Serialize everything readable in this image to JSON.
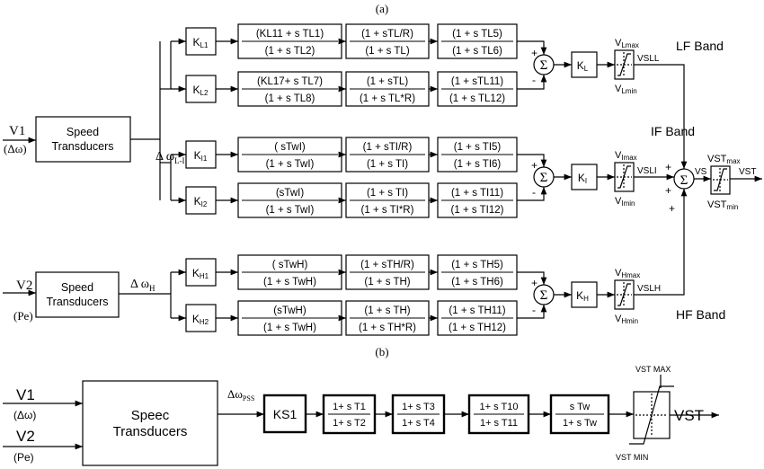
{
  "labels": {
    "part_a": "(a)",
    "part_b": "(b)"
  },
  "diagram_a": {
    "inputs": [
      {
        "name": "V1",
        "signal": "(Δω)"
      },
      {
        "name": "V2",
        "signal": "(Pe)"
      }
    ],
    "transducers": [
      {
        "line1": "Speed",
        "line2": "Transducers"
      },
      {
        "line1": "Speed",
        "line2": "Transducers"
      }
    ],
    "signals": {
      "delta_omega_LI": "Δ ω",
      "delta_omega_LI_sub": "L-I",
      "delta_omega_H": "Δ ω",
      "delta_omega_H_sub": "H"
    },
    "rows": [
      {
        "gain": "K",
        "gain_sub": "L1",
        "tf": [
          [
            "(KL11 + s TL1)",
            "(1 + s TL2)"
          ],
          [
            "(1 + sTL/R)",
            "(1 + s TL)"
          ],
          [
            "(1 + s TL5)",
            "(1 + s TL6)"
          ]
        ]
      },
      {
        "gain": "K",
        "gain_sub": "L2",
        "tf": [
          [
            "(KL17+ s TL7)",
            "(1 + s TL8)"
          ],
          [
            "(1 + sTL)",
            "(1 + s TL*R)"
          ],
          [
            "(1 + sTL11)",
            "(1 + s TL12)"
          ]
        ]
      },
      {
        "gain": "K",
        "gain_sub": "I1",
        "tf": [
          [
            "( sTwI)",
            "(1 + s TwI)"
          ],
          [
            "(1 + sTI/R)",
            "(1 + s TI)"
          ],
          [
            "(1 + s TI5)",
            "(1 + s TI6)"
          ]
        ]
      },
      {
        "gain": "K",
        "gain_sub": "I2",
        "tf": [
          [
            "(sTwI)",
            "(1 + s TwI)"
          ],
          [
            "(1 + s TI)",
            "(1 + s TI*R)"
          ],
          [
            "(1 + s TI11)",
            "(1 + s TI12)"
          ]
        ]
      },
      {
        "gain": "K",
        "gain_sub": "H1",
        "tf": [
          [
            "( sTwH)",
            "(1 + s TwH)"
          ],
          [
            "(1 + sTH/R)",
            "(1 + s TH)"
          ],
          [
            "(1 + s TH5)",
            "(1 + s TH6)"
          ]
        ]
      },
      {
        "gain": "K",
        "gain_sub": "H2",
        "tf": [
          [
            "(sTwH)",
            "(1 + s TwH)"
          ],
          [
            "(1 + s TH)",
            "(1 + s TH*R)"
          ],
          [
            "(1 + s TH11)",
            "(1 + s TH12)"
          ]
        ]
      }
    ],
    "bands": [
      {
        "name": "LF Band",
        "gain": "K",
        "gain_sub": "L",
        "max": "V",
        "max_sub": "Lmax",
        "min": "V",
        "min_sub": "Lmin",
        "out": "VSLL"
      },
      {
        "name": "IF Band",
        "gain": "K",
        "gain_sub": "I",
        "max": "V",
        "max_sub": "Imax",
        "min": "V",
        "min_sub": "Imin",
        "out": "VSLI"
      },
      {
        "name": "HF Band",
        "gain": "K",
        "gain_sub": "H",
        "max": "V",
        "max_sub": "Hmax",
        "min": "V",
        "min_sub": "Hmin",
        "out": "VSLH"
      }
    ],
    "sum_symbol": "Σ",
    "plus": "+",
    "minus": "-",
    "vs": "VS",
    "vst_max": "VST",
    "vst_max_sub": "max",
    "vst_min": "VST",
    "vst_min_sub": "min",
    "output": "VST"
  },
  "diagram_b": {
    "inputs": [
      {
        "name": "V1",
        "signal": "(Δω)"
      },
      {
        "name": "V2",
        "signal": "(Pe)"
      }
    ],
    "transducer": {
      "line1": "Speec",
      "line2": "Transducers"
    },
    "signal": "Δω",
    "signal_sub": "PSS",
    "gain": "KS1",
    "tf": [
      [
        "1+ s   T1",
        "1+ s   T2"
      ],
      [
        "1+ s   T3",
        "1+ s   T4"
      ],
      [
        "1+ s   T10",
        "1+ s   T11"
      ],
      [
        "s    Tw",
        "1+ s    Tw"
      ]
    ],
    "limiter_max": "VST MAX",
    "limiter_min": "VST MIN",
    "output": "VST"
  }
}
